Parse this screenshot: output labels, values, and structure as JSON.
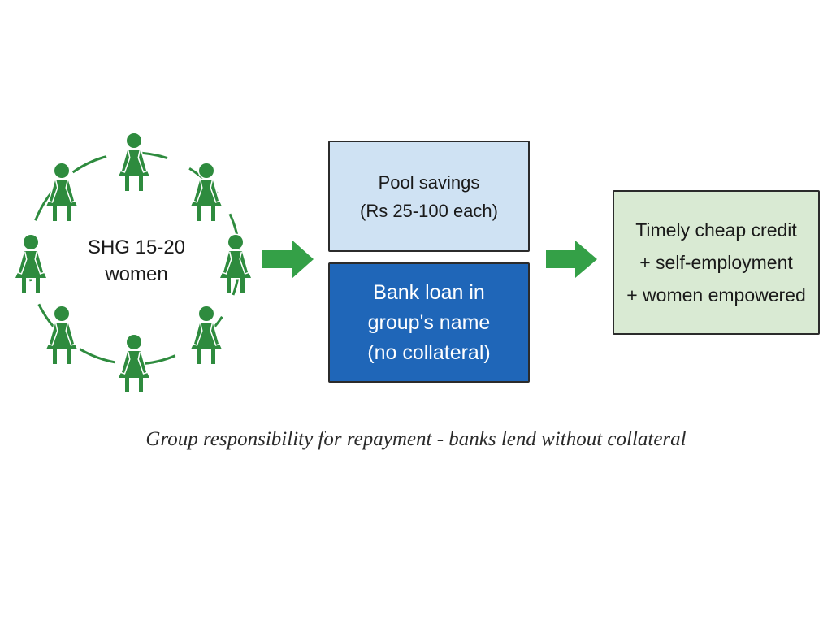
{
  "colors": {
    "figure_green": "#2e8b3e",
    "arrow_green": "#34a047",
    "savings_fill": "#cfe2f3",
    "loan_fill": "#1f66b8",
    "outcome_fill": "#d9ead3"
  },
  "group": {
    "label_line1": "SHG 15-20",
    "label_line2": "women",
    "member_icon": "woman-figure-icon",
    "member_count_shown": 8
  },
  "savings": {
    "line1": "Pool savings",
    "line2": "(Rs 25-100 each)"
  },
  "loan": {
    "line1": "Bank loan in",
    "line2": "group's name",
    "line3": "(no collateral)"
  },
  "outcome": {
    "line1": "Timely cheap credit",
    "line2": "+ self-employment",
    "line3": "+ women empowered"
  },
  "caption": "Group responsibility for repayment - banks lend without collateral"
}
